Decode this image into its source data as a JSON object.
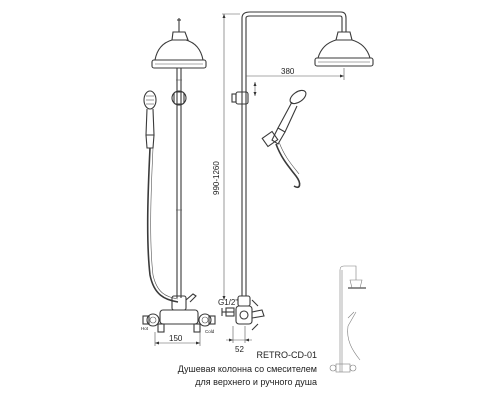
{
  "dimensions": {
    "arm_length": "380",
    "height_range": "990-1260",
    "thread": "G1/2\"",
    "center_distance": "150",
    "depth": "52",
    "label_hot": "Hot",
    "label_cold": "Cold"
  },
  "caption": {
    "model": "RETRO-CD-01",
    "line1": "Душевая колонна со смесителем",
    "line2": "для верхнего и ручного душа"
  }
}
